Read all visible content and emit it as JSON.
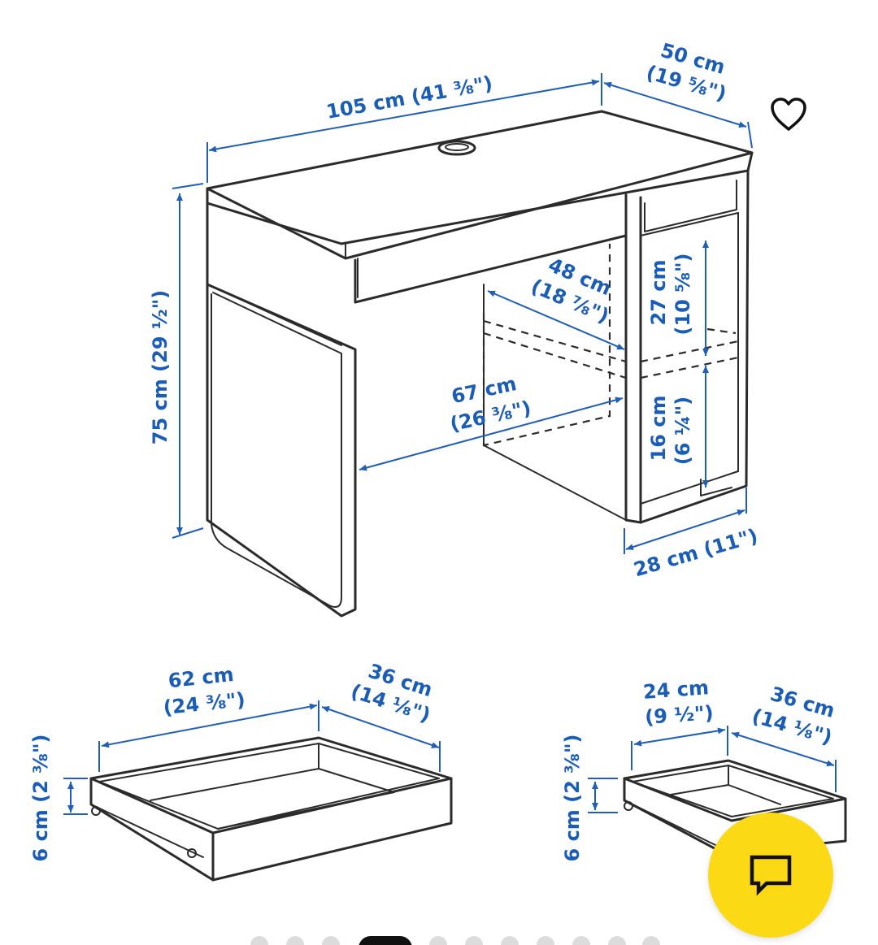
{
  "dimensions": {
    "desk_width": "105 cm (41 ⅜\")",
    "desk_depth_cm": "50 cm",
    "desk_depth_in": "(19 ⅝\")",
    "desk_height": "75 cm (29 ½\")",
    "shelf_depth_cm": "48 cm",
    "shelf_depth_in": "(18 ⅞\")",
    "leg_space_cm": "67 cm",
    "leg_space_in": "(26 ⅜\")",
    "upper_comp_height_cm": "27 cm",
    "upper_comp_height_in": "(10 ⅝\")",
    "lower_comp_height_cm": "16 cm",
    "lower_comp_height_in": "(6 ¼\")",
    "cabinet_width": "28 cm (11\")",
    "large_drawer_width_cm": "62 cm",
    "large_drawer_width_in": "(24 ⅜\")",
    "large_drawer_depth_cm": "36 cm",
    "large_drawer_depth_in": "(14 ⅛\")",
    "large_drawer_height": "6 cm (2 ⅜\")",
    "small_drawer_width_cm": "24 cm",
    "small_drawer_width_in": "(9 ½\")",
    "small_drawer_depth_cm": "36 cm",
    "small_drawer_depth_in": "(14 ⅛\")",
    "small_drawer_height": "6 cm (2 ⅜\")"
  },
  "icons": {
    "favourite": "heart-outline-icon",
    "chat": "chat-bubble-icon"
  },
  "colors": {
    "dimension_blue": "#1a5db8",
    "chat_button": "#fbd914",
    "active_dot": "#111111",
    "inactive_dot": "#dcdcdc"
  },
  "carousel": {
    "total_slides": 11,
    "active_index": 3
  }
}
